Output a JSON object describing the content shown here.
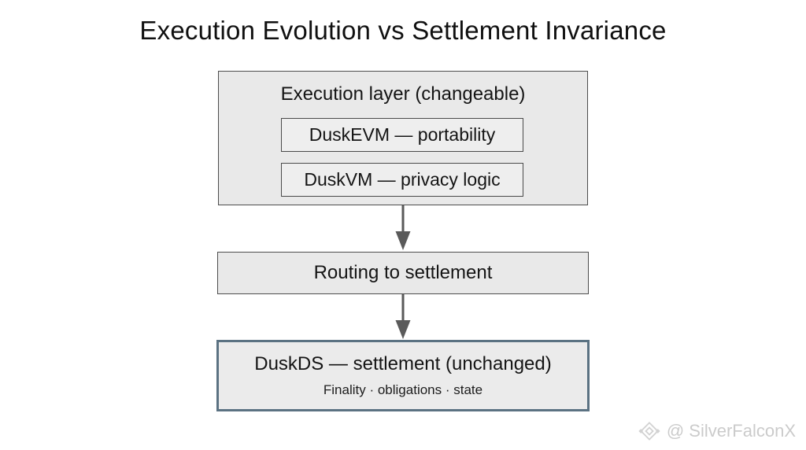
{
  "title": "Execution Evolution vs Settlement Invariance",
  "diagram": {
    "execution_group": {
      "label": "Execution layer (changeable)",
      "children": [
        {
          "label": "DuskEVM — portability"
        },
        {
          "label": "DuskVM — privacy logic"
        }
      ]
    },
    "routing": {
      "label": "Routing to settlement"
    },
    "settlement": {
      "label": "DuskDS — settlement (unchanged)",
      "sublabel": "Finality · obligations · state"
    }
  },
  "watermark": {
    "icon": "diamond-icon",
    "handle": "@ SilverFalconX"
  },
  "colors": {
    "box_fill": "#e9e9e9",
    "box_border": "#4d4d4d",
    "settlement_fill": "#ebebeb",
    "settlement_border": "#5b7282",
    "arrow": "#5a5a5a",
    "watermark_text": "#cbcbcb",
    "title_text": "#101010"
  }
}
